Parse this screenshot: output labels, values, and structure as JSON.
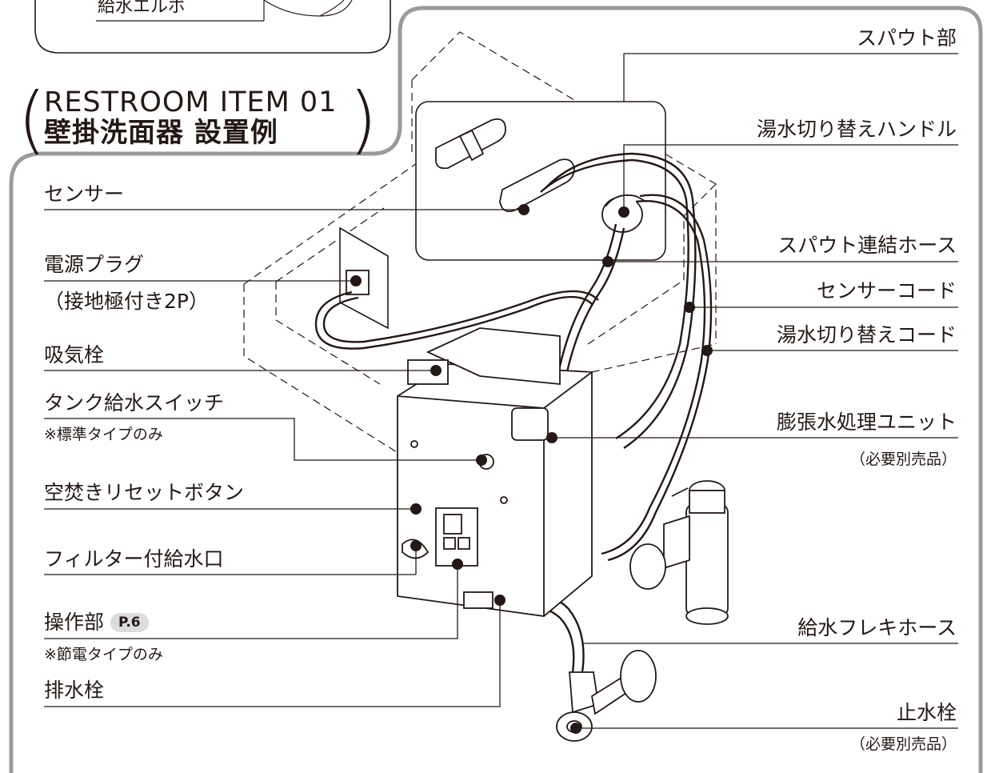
{
  "inset_top": {
    "label": "給水エルボ"
  },
  "title": {
    "line1": "RESTROOM ITEM 01",
    "line2": "壁掛洗面器 設置例"
  },
  "labels_left": {
    "sensor": "センサー",
    "power_plug": "電源プラグ",
    "power_plug_note": "（接地極付き2P）",
    "air_intake": "吸気栓",
    "tank_switch": "タンク給水スイッチ",
    "tank_switch_note": "※標準タイプのみ",
    "reset_button": "空焚きリセットボタン",
    "filter_inlet": "フィルター付給水口",
    "control_panel": "操作部",
    "control_panel_badge": "P.6",
    "control_panel_note": "※節電タイプのみ",
    "drain": "排水栓"
  },
  "labels_right": {
    "spout": "スパウト部",
    "hot_cold_handle": "湯水切り替えハンドル",
    "spout_hose": "スパウト連結ホース",
    "sensor_cord": "センサーコード",
    "hot_cold_cord": "湯水切り替えコード",
    "expansion_unit": "膨張水処理ユニット",
    "expansion_unit_note": "（必要別売品）",
    "flex_hose": "給水フレキホース",
    "stop_valve": "止水栓",
    "stop_valve_note": "（必要別売品）"
  },
  "colors": {
    "frame": "#9a9a9a",
    "line": "#231815",
    "badge_bg": "#dcdcdc"
  }
}
